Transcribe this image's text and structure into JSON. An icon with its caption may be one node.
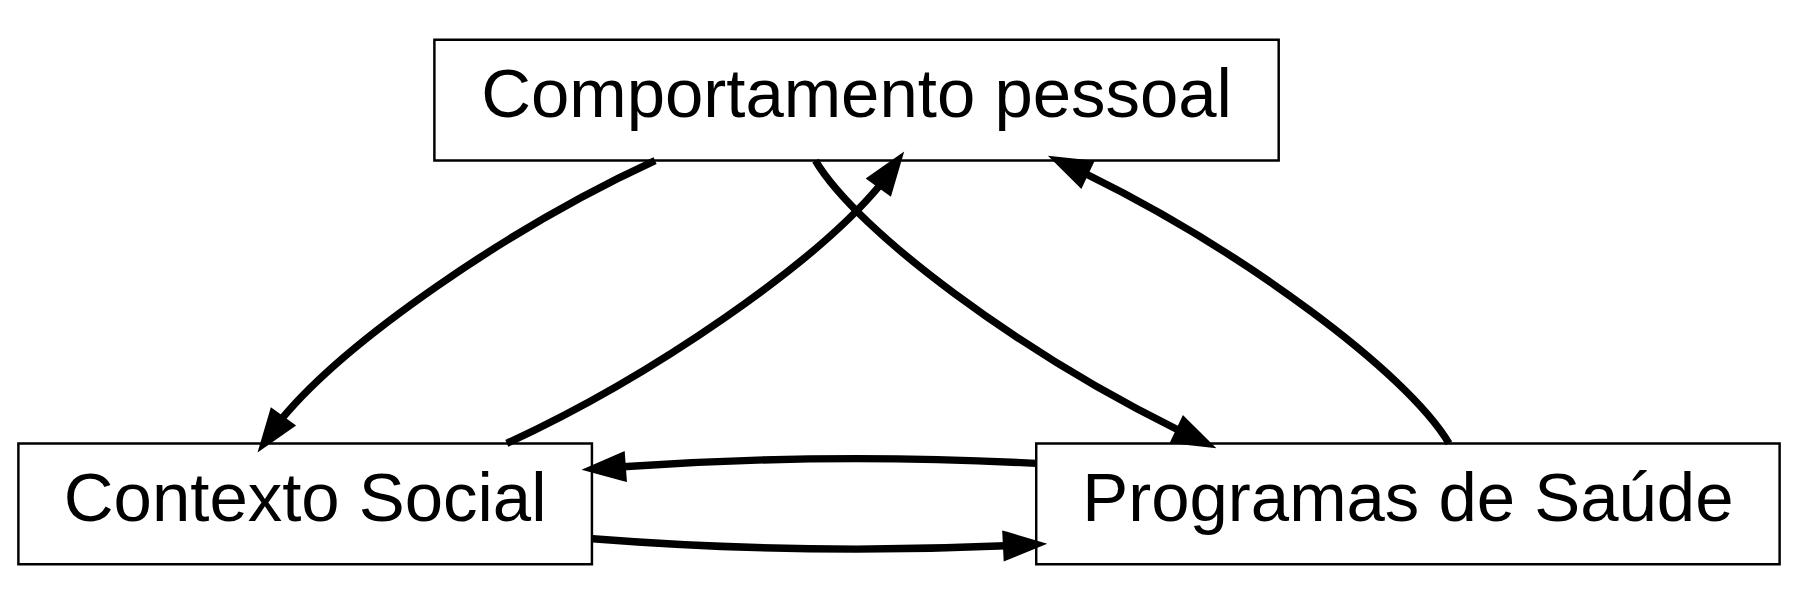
{
  "diagram": {
    "nodes": [
      {
        "text": [
          "Comportamento pessoal"
        ]
      },
      {
        "text": [
          "Contexto Social"
        ]
      },
      {
        "text": [
          "Programas de Saúde"
        ]
      }
    ],
    "edges": [
      {
        "from": 0,
        "to": 1,
        "arrow": "to"
      },
      {
        "from": 1,
        "to": 0,
        "arrow": "to"
      },
      {
        "from": 0,
        "to": 2,
        "arrow": "to"
      },
      {
        "from": 2,
        "to": 0,
        "arrow": "to"
      },
      {
        "from": 1,
        "to": 2,
        "arrow": "to"
      },
      {
        "from": 2,
        "to": 1,
        "arrow": "to"
      }
    ]
  }
}
